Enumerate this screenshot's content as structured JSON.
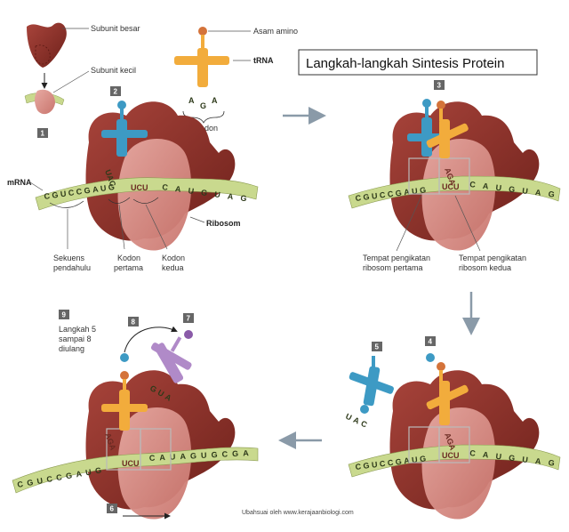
{
  "title": "Langkah-langkah Sintesis Protein",
  "credit": "Ubahsuai oleh www.kerajaanbiologi.com",
  "colors": {
    "ribosome_dark": "#8a2f28",
    "ribosome_light": "#d98e88",
    "mrna": "#c9d98e",
    "trna_orange": "#f2ac3c",
    "trna_blue": "#3d9ac4",
    "trna_purple": "#b08ac8",
    "step_box": "#666666"
  },
  "labels": {
    "subunit_besar": "Subunit besar",
    "subunit_kecil": "Subunit kecil",
    "asam_amino": "Asam amino",
    "trna": "tRNA",
    "antikodon": "Antikodon",
    "mrna": "mRNA",
    "ribosom": "Ribosom",
    "sekuens_line1": "Sekuens",
    "sekuens_line2": "pendahulu",
    "kodon_pertama_line1": "Kodon",
    "kodon_pertama_line2": "pertama",
    "kodon_kedua_line1": "Kodon",
    "kodon_kedua_line2": "kedua",
    "tempat1_line1": "Tempat pengikatan",
    "tempat1_line2": "ribosom pertama",
    "tempat2_line1": "Tempat pengikatan",
    "tempat2_line2": "ribosom kedua",
    "langkah_line1": "Langkah  5",
    "langkah_line2": "sampai 8",
    "langkah_line3": "diulang"
  },
  "steps": [
    "1",
    "2",
    "3",
    "4",
    "5",
    "6",
    "7",
    "8",
    "9"
  ],
  "sequences": {
    "free_anticodon": [
      "A",
      "G",
      "A"
    ],
    "panel1_leader": "CGUCCGAUG",
    "panel1_codon2": "UCU",
    "panel1_tail": "CAUGUAG",
    "panel1_anticodon": "UAC",
    "panel2_leader": "CGUCCGAUG",
    "panel2_codon2": "UCU",
    "panel2_tail": "CAUGUAG",
    "panel2_anticodon2": "AGA",
    "panel3_leader": "CGUCCGAUG",
    "panel3_codon2": "UCU",
    "panel3_tail": "CAUGUAG",
    "panel3_anticodon2": "AGA",
    "panel3_free_anticodon": "UAC",
    "panel4_leader": "CGUCCGAUG",
    "panel4_codon2": "UCU",
    "panel4_tail": "CAUAGUGCGA",
    "panel4_anticodon2": "AGA",
    "panel4_incoming_anticodon": "GUA"
  }
}
